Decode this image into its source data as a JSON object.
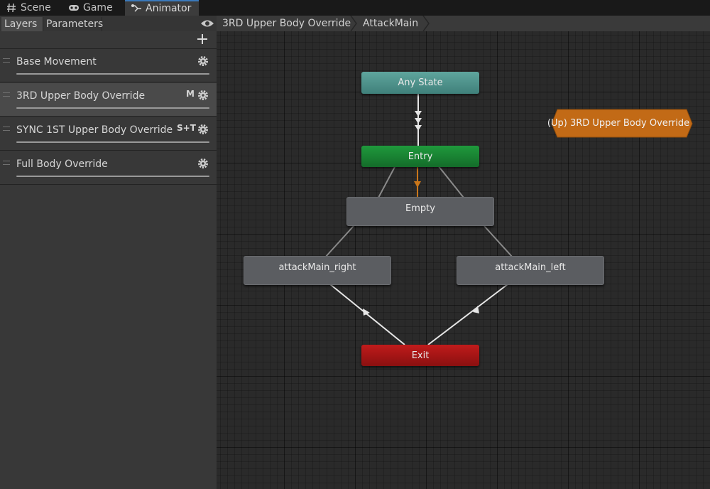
{
  "tabs": [
    {
      "label": "Scene",
      "icon": "hash-icon"
    },
    {
      "label": "Game",
      "icon": "gamepad-icon"
    },
    {
      "label": "Animator",
      "icon": "animator-icon",
      "active": true
    }
  ],
  "left_panel": {
    "subtabs": [
      {
        "label": "Layers",
        "active": true
      },
      {
        "label": "Parameters"
      }
    ],
    "layers": [
      {
        "name": "Base Movement",
        "badge": "",
        "selected": false
      },
      {
        "name": "3RD Upper Body Override",
        "badge": "M",
        "selected": true
      },
      {
        "name": "SYNC 1ST Upper Body Override",
        "badge": "S+T",
        "selected": false
      },
      {
        "name": "Full Body Override",
        "badge": "",
        "selected": false
      }
    ]
  },
  "breadcrumb": [
    "3RD Upper Body Override",
    "AttackMain"
  ],
  "graph": {
    "nodes": {
      "any_state": "Any State",
      "entry": "Entry",
      "empty": "Empty",
      "attack_right": "attackMain_right",
      "attack_left": "attackMain_left",
      "exit": "Exit",
      "up": "(Up) 3RD Upper Body Override"
    }
  },
  "colors": {
    "any_state": "#4f9890",
    "entry": "#18843a",
    "exit": "#a81515",
    "state": "#5b5d61",
    "up_node": "#c26a16",
    "tab_accent": "#3a79bb"
  }
}
